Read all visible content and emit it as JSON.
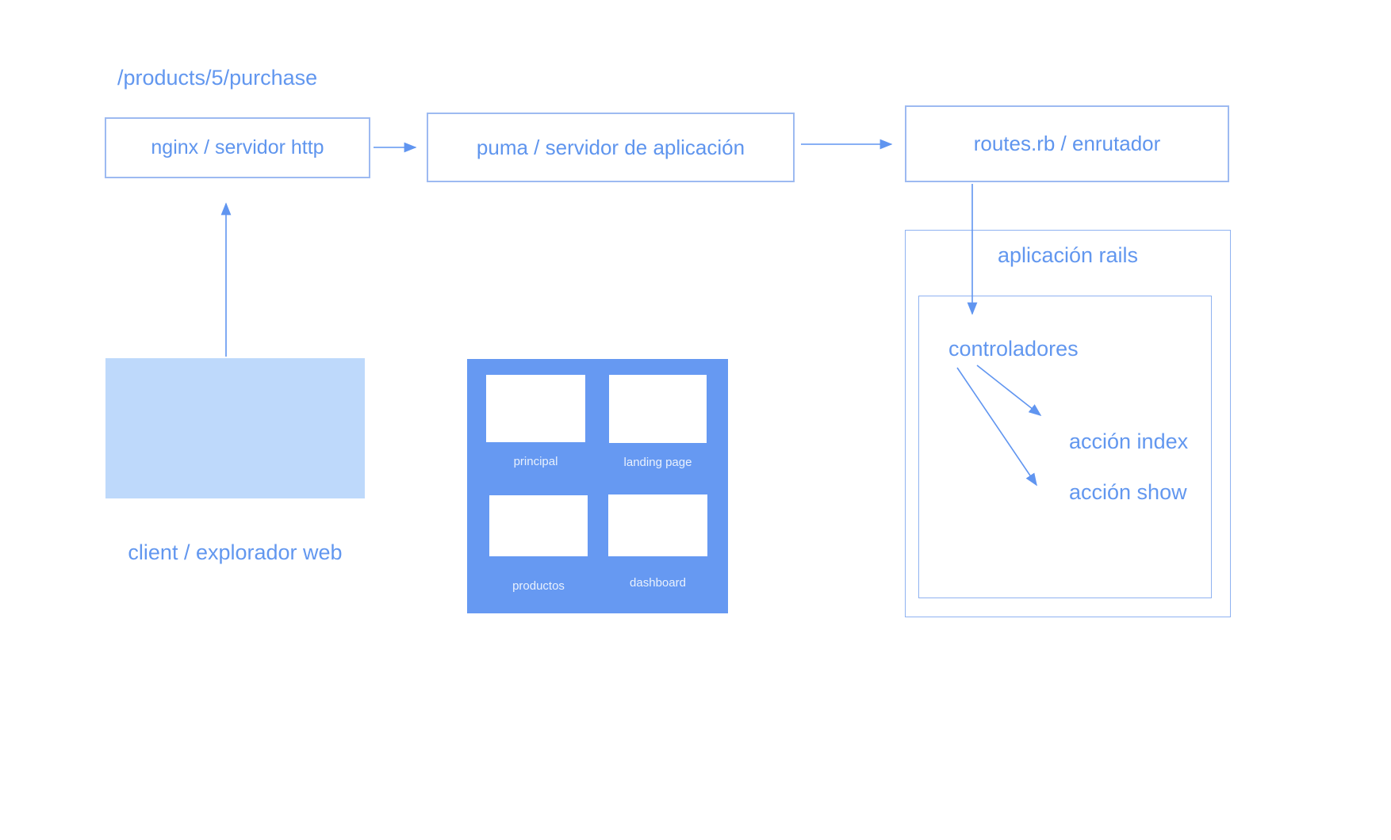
{
  "diagram": {
    "request_path_label": "/products/5/purchase",
    "nodes": {
      "nginx": "nginx / servidor http",
      "puma": "puma / servidor de aplicación",
      "routes": "routes.rb / enrutador",
      "rails_app": "aplicación rails",
      "controllers": "controladores",
      "action_index": "acción index",
      "action_show": "acción show",
      "client": "client / explorador web"
    },
    "browser_pages": {
      "principal": "principal",
      "landing": "landing page",
      "productos": "productos",
      "dashboard": "dashboard"
    },
    "colors": {
      "accent_text": "#6297ef",
      "box_border": "#9dbaf1",
      "frame_border": "#8fb2f1",
      "arrow": "#6095f0",
      "client_fill": "#bed9fb",
      "browser_fill": "#6699f2",
      "page_label_text": "#e9f1fd"
    }
  }
}
